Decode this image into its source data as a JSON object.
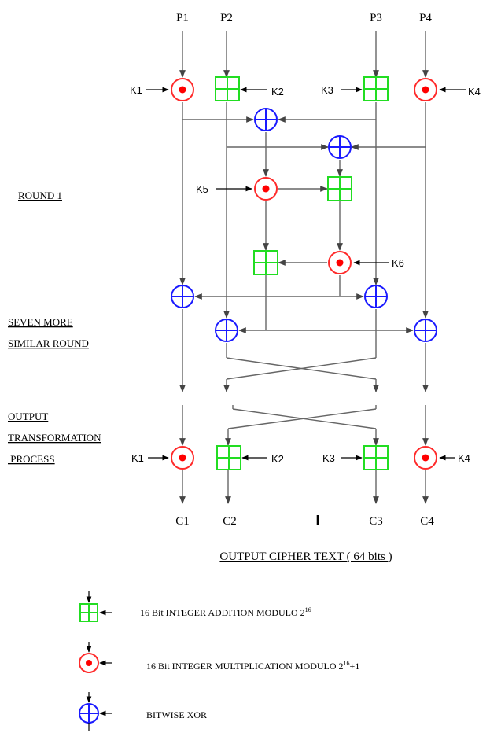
{
  "inputs": [
    "P1",
    "P2",
    "P3",
    "P4"
  ],
  "outputs": [
    "C1",
    "C2",
    "C3",
    "C4"
  ],
  "cursor_mark": "I",
  "keys": {
    "k1": "K1",
    "k2": "K2",
    "k3": "K3",
    "k4": "K4",
    "k5": "K5",
    "k6": "K6",
    "ok1": "K1",
    "ok2": "K2",
    "ok3": "K3",
    "ok4": "K4"
  },
  "side_labels": {
    "round1": "ROUND 1",
    "seven_more_1": "SEVEN MORE",
    "seven_more_2": "SIMILAR ROUND",
    "output_1": "OUTPUT",
    "output_2": "TRANSFORMATION",
    "output_3": " PROCESS"
  },
  "output_caption": "OUTPUT CIPHER TEXT ( 64 bits )",
  "legend": {
    "add": {
      "text": "16 Bit INTEGER ADDITION MODULO 2",
      "sup": "16",
      "suffix": ""
    },
    "mul": {
      "text": "16 Bit INTEGER MULTIPLICATION MODULO 2",
      "sup": "16",
      "suffix": "+1"
    },
    "xor": {
      "text": "BITWISE XOR"
    }
  },
  "colors": {
    "xor": "#1a1aff",
    "multiplication": "#ff2a2a",
    "addition": "#22dd22"
  },
  "icons": {
    "xor": "circle-plus-icon",
    "multiplication": "circle-dot-icon",
    "addition": "boxed-plus-icon"
  }
}
